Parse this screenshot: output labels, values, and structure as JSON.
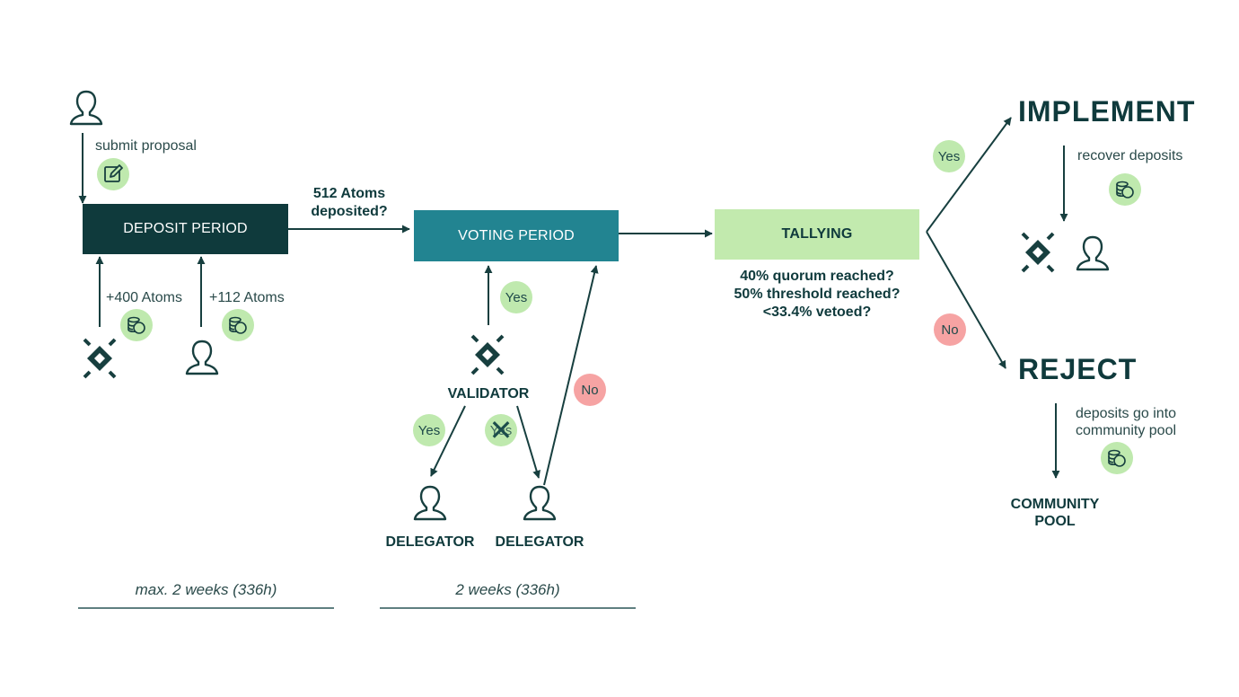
{
  "nodes": {
    "deposit_period": "DEPOSIT PERIOD",
    "voting_period": "VOTING PERIOD",
    "tallying": "TALLYING",
    "implement": "IMPLEMENT",
    "reject": "REJECT",
    "validator": "VALIDATOR",
    "delegator": "DELEGATOR",
    "community_pool": "COMMUNITY POOL"
  },
  "labels": {
    "submit_proposal": "submit proposal",
    "atoms_400": "+400 Atoms",
    "atoms_112": "+112 Atoms",
    "deposited_line1": "512 Atoms",
    "deposited_line2": "deposited?",
    "quorum": "40% quorum reached?",
    "threshold": "50% threshold reached?",
    "vetoed": "<33.4% vetoed?",
    "recover_deposits": "recover deposits",
    "deposits_pool_line1": "deposits go into",
    "deposits_pool_line2": "community pool",
    "community_line1": "COMMUNITY",
    "community_line2": "POOL",
    "yes": "Yes",
    "no": "No",
    "duration_deposit": "max. 2 weeks (336h)",
    "duration_voting": "2 weeks (336h)"
  },
  "colors": {
    "deposit_box": "#0f3a3c",
    "voting_box": "#228491",
    "tallying_box": "#c2eaae",
    "yes_pill": "#bfe9ae",
    "no_pill": "#f6a3a3",
    "coin_badge": "#bfe9ae",
    "arrow": "#173f3f"
  },
  "icons": [
    "user-icon",
    "validator-icon",
    "coins-icon",
    "edit-icon"
  ]
}
